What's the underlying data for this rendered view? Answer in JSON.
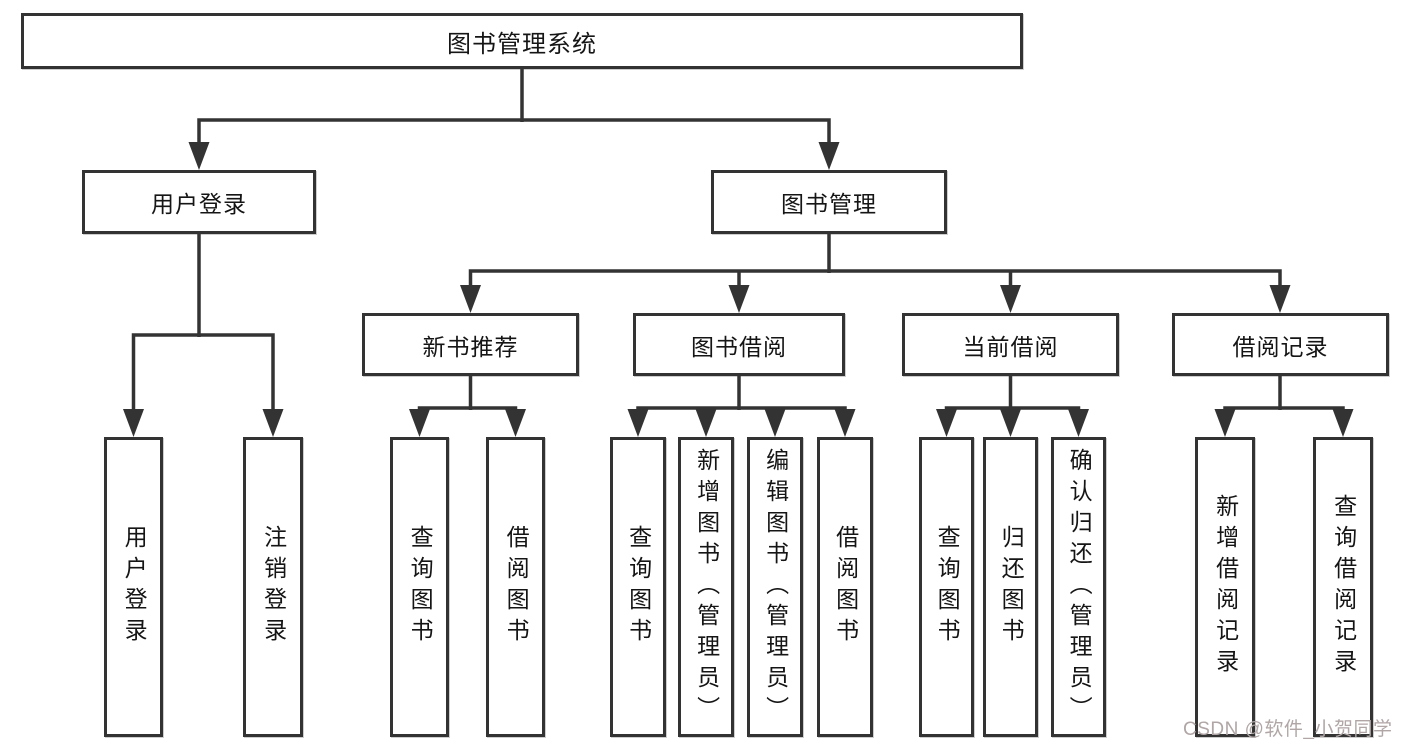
{
  "nodes": {
    "root": "图书管理系统",
    "userLogin": "用户登录",
    "bookMgmt": "图书管理",
    "newBookRec": "新书推荐",
    "bookBorrow": "图书借阅",
    "currentBorrow": "当前借阅",
    "borrowRecords": "借阅记录",
    "leafUserLogin": "用户登录",
    "leafLogout": "注销登录",
    "leafQueryBook1": "查询图书",
    "leafBorrowBook1": "借阅图书",
    "leafQueryBook2": "查询图书",
    "leafAddBookAdmin": "新增图书（管理员）",
    "leafEditBookAdmin": "编辑图书（管理员）",
    "leafBorrowBook2": "借阅图书",
    "leafQueryBook3": "查询图书",
    "leafReturnBook": "归还图书",
    "leafConfirmReturnAdmin": "确认归还（管理员）",
    "leafAddBorrowRecord": "新增借阅记录",
    "leafQueryBorrowRecord": "查询借阅记录"
  },
  "watermark": "CSDN @软件_小贺同学",
  "colors": {
    "line": "#333333",
    "border": "#333333",
    "text": "#151515",
    "watermark": "#b0a6a6",
    "background": "#ffffff"
  }
}
